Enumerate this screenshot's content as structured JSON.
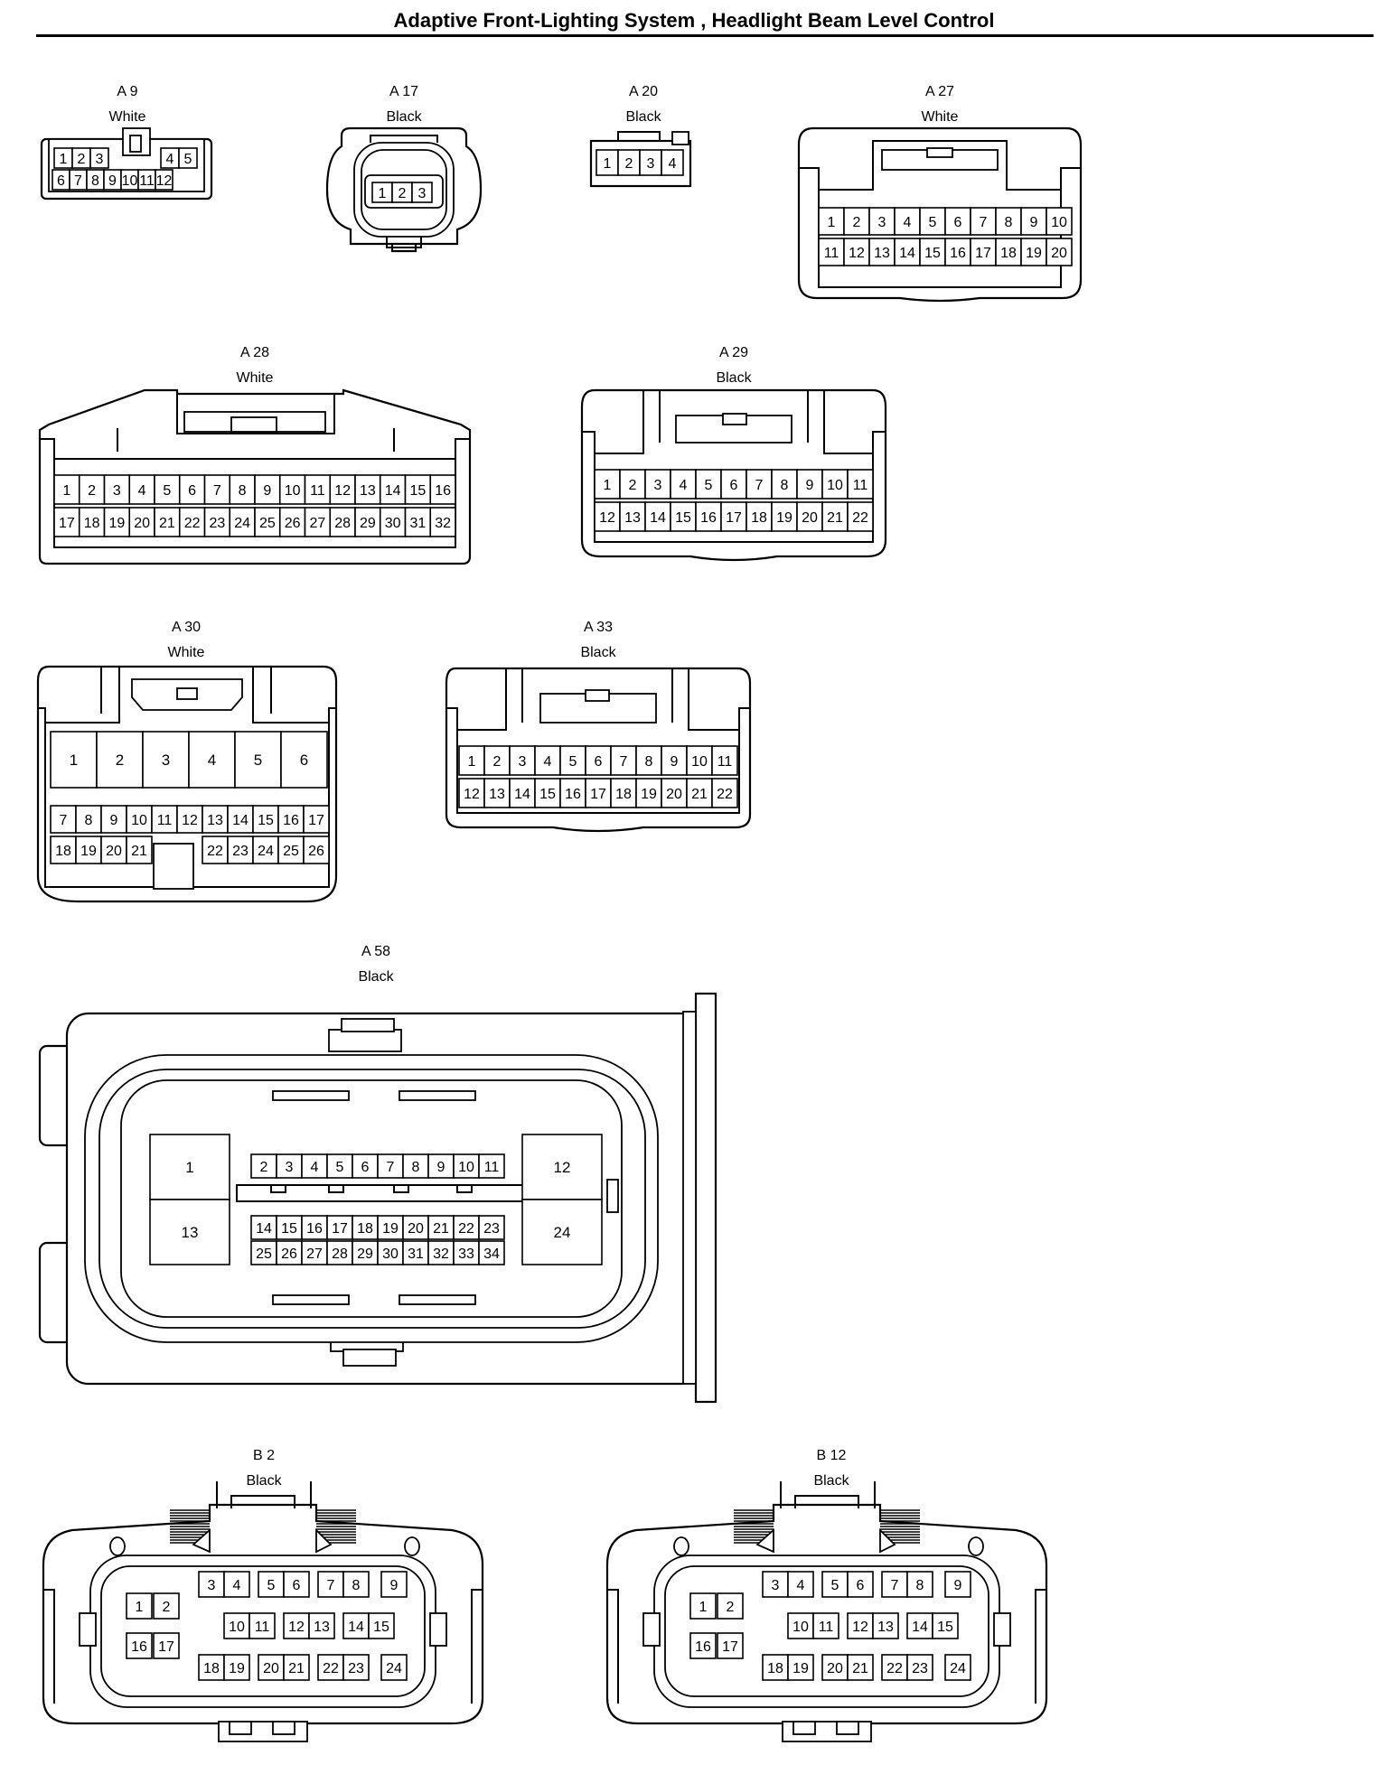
{
  "title": "Adaptive Front-Lighting System , Headlight Beam Level Control",
  "connectors": [
    {
      "id": "A 9",
      "color": "White",
      "rows": [
        [
          "1",
          "2",
          "3",
          "4",
          "5"
        ],
        [
          "6",
          "7",
          "8",
          "9",
          "10",
          "11",
          "12"
        ]
      ]
    },
    {
      "id": "A 17",
      "color": "Black",
      "rows": [
        [
          "1",
          "2",
          "3"
        ]
      ]
    },
    {
      "id": "A 20",
      "color": "Black",
      "rows": [
        [
          "1",
          "2",
          "3",
          "4"
        ]
      ]
    },
    {
      "id": "A 27",
      "color": "White",
      "rows": [
        [
          "1",
          "2",
          "3",
          "4",
          "5",
          "6",
          "7",
          "8",
          "9",
          "10"
        ],
        [
          "11",
          "12",
          "13",
          "14",
          "15",
          "16",
          "17",
          "18",
          "19",
          "20"
        ]
      ]
    },
    {
      "id": "A 28",
      "color": "White",
      "rows": [
        [
          "1",
          "2",
          "3",
          "4",
          "5",
          "6",
          "7",
          "8",
          "9",
          "10",
          "11",
          "12",
          "13",
          "14",
          "15",
          "16"
        ],
        [
          "17",
          "18",
          "19",
          "20",
          "21",
          "22",
          "23",
          "24",
          "25",
          "26",
          "27",
          "28",
          "29",
          "30",
          "31",
          "32"
        ]
      ]
    },
    {
      "id": "A 29",
      "color": "Black",
      "rows": [
        [
          "1",
          "2",
          "3",
          "4",
          "5",
          "6",
          "7",
          "8",
          "9",
          "10",
          "11"
        ],
        [
          "12",
          "13",
          "14",
          "15",
          "16",
          "17",
          "18",
          "19",
          "20",
          "21",
          "22"
        ]
      ]
    },
    {
      "id": "A 30",
      "color": "White",
      "rows": [
        [
          "1",
          "2",
          "3",
          "4",
          "5",
          "6"
        ],
        [
          "7",
          "8",
          "9",
          "10",
          "11",
          "12",
          "13",
          "14",
          "15",
          "16",
          "17"
        ],
        [
          "18",
          "19",
          "20",
          "21",
          "22",
          "23",
          "24",
          "25",
          "26"
        ]
      ]
    },
    {
      "id": "A 33",
      "color": "Black",
      "rows": [
        [
          "1",
          "2",
          "3",
          "4",
          "5",
          "6",
          "7",
          "8",
          "9",
          "10",
          "11"
        ],
        [
          "12",
          "13",
          "14",
          "15",
          "16",
          "17",
          "18",
          "19",
          "20",
          "21",
          "22"
        ]
      ]
    },
    {
      "id": "A 58",
      "color": "Black",
      "rows": [
        [
          "1",
          "12",
          "13",
          "24"
        ],
        [
          "2",
          "3",
          "4",
          "5",
          "6",
          "7",
          "8",
          "9",
          "10",
          "11"
        ],
        [
          "14",
          "15",
          "16",
          "17",
          "18",
          "19",
          "20",
          "21",
          "22",
          "23"
        ],
        [
          "25",
          "26",
          "27",
          "28",
          "29",
          "30",
          "31",
          "32",
          "33",
          "34"
        ]
      ]
    },
    {
      "id": "B 2",
      "color": "Black",
      "rows": [
        [
          "1",
          "2",
          "16",
          "17"
        ],
        [
          "3",
          "4",
          "5",
          "6",
          "7",
          "8",
          "9"
        ],
        [
          "10",
          "11",
          "12",
          "13",
          "14",
          "15"
        ],
        [
          "18",
          "19",
          "20",
          "21",
          "22",
          "23",
          "24"
        ]
      ]
    },
    {
      "id": "B 12",
      "color": "Black",
      "rows": [
        [
          "1",
          "2",
          "16",
          "17"
        ],
        [
          "3",
          "4",
          "5",
          "6",
          "7",
          "8",
          "9"
        ],
        [
          "10",
          "11",
          "12",
          "13",
          "14",
          "15"
        ],
        [
          "18",
          "19",
          "20",
          "21",
          "22",
          "23",
          "24"
        ]
      ]
    }
  ]
}
